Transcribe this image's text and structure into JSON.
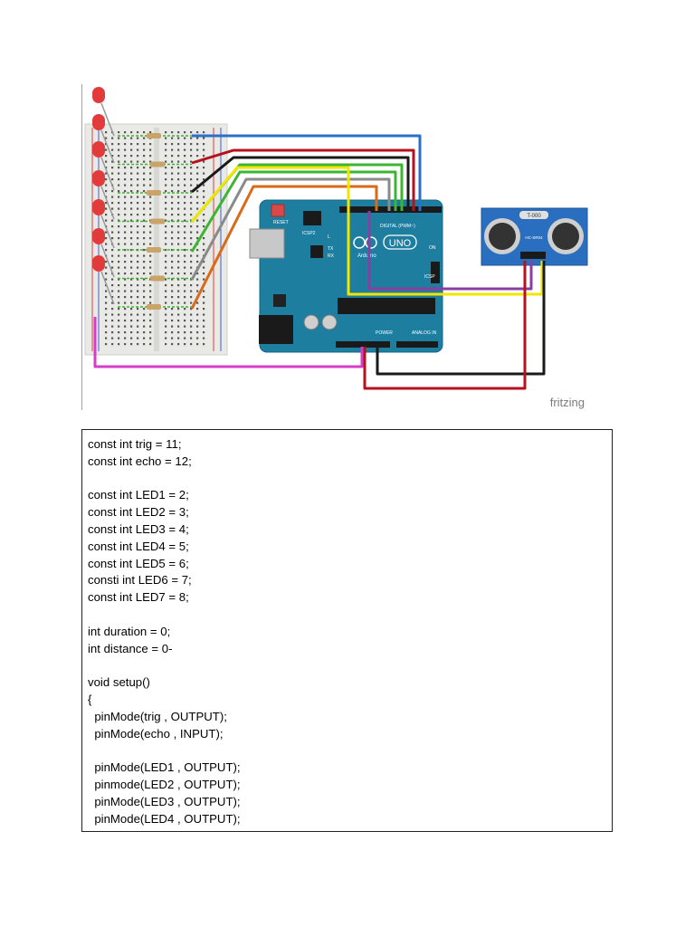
{
  "figure": {
    "board_reset_label": "RESET",
    "board_icsp2_label": "ICSP2",
    "board_icsp_label": "ICSP",
    "board_tx_label": "TX",
    "board_rx_label": "RX",
    "board_l_label": "L",
    "board_on_label": "ON",
    "board_digital_label": "DIGITAL (PWM~)",
    "board_model_label": "UNO",
    "board_brand_label": "Arduino",
    "board_power_label": "POWER",
    "board_analog_label": "ANALOG IN",
    "sensor_model_label": "HC-SR04",
    "sensor_crystal_label": "T-000",
    "watermark": "fritzing",
    "wire_colors": {
      "blue": "#2a6fc9",
      "red": "#b5121b",
      "black": "#1a1a1a",
      "yellow": "#f2e600",
      "green": "#3cb531",
      "gray": "#8a8a8a",
      "orange": "#d86a1a",
      "magenta": "#d63cc9",
      "purple": "#8a3fa0"
    }
  },
  "code": {
    "lines": [
      "const int trig = 11;",
      "const int echo = 12;",
      "",
      "const int LED1 = 2;",
      "const int LED2 = 3;",
      "const int LED3 = 4;",
      "const int LED4 = 5;",
      "const int LED5 = 6;",
      "consti int LED6 = 7;",
      "const int LED7 = 8;",
      "",
      "int duration = 0;",
      "int distance = 0-",
      "",
      "void setup()",
      "{",
      "  pinMode(trig , OUTPUT);",
      "  pinMode(echo , INPUT);",
      "",
      "  pinMode(LED1 , OUTPUT);",
      "  pinmode(LED2 , OUTPUT);",
      "  pinMode(LED3 , OUTPUT);",
      "  pinMode(LED4 , OUTPUT);"
    ]
  }
}
